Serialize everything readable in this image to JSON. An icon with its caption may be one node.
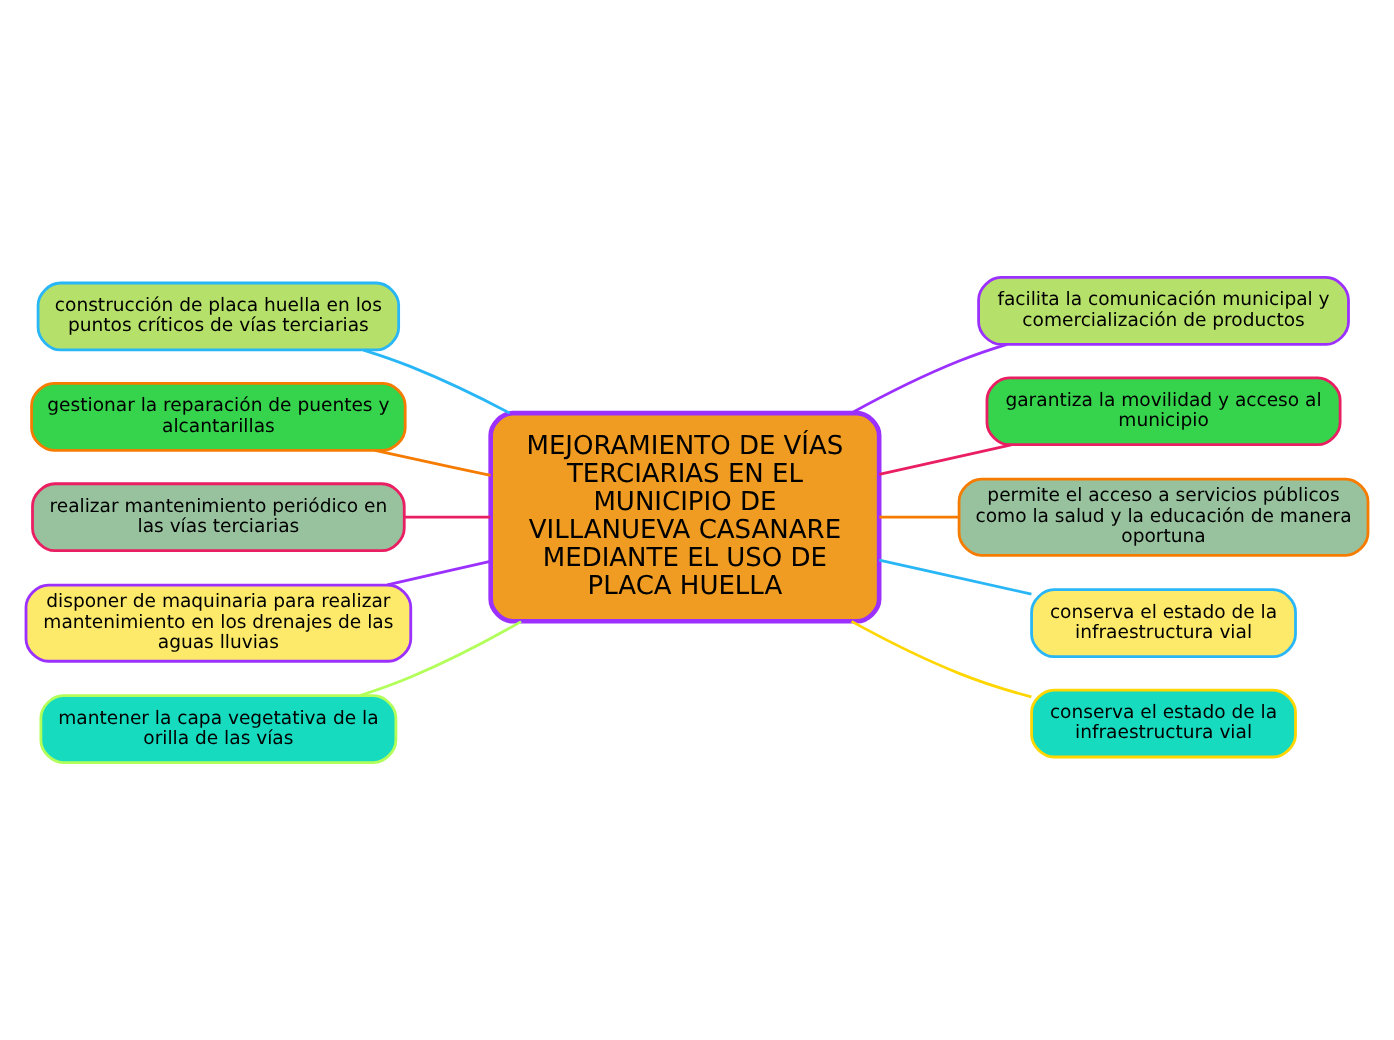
{
  "diagram": {
    "nodes": [
      {
        "text": [
          "MEJORAMIENTO DE VÍAS TERCIARIAS EN EL MUNICIPIO DE VILLANUEVA CASANARE MEDIANTE EL USO DE PLACA HUELLA"
        ]
      },
      {
        "text": [
          "construcción de placa huella en los puntos críticos de vías terciarias"
        ]
      },
      {
        "text": [
          "gestionar la reparación de puentes y alcantarillas"
        ]
      },
      {
        "text": [
          "realizar mantenimiento periódico en las vías terciarias"
        ]
      },
      {
        "text": [
          "disponer de maquinaria para realizar mantenimiento en los drenajes de las aguas lluvias"
        ]
      },
      {
        "text": [
          "mantener la capa vegetativa de la orilla de las vías"
        ]
      },
      {
        "text": [
          "facilita la comunicación municipal y comercialización de productos"
        ]
      },
      {
        "text": [
          "garantiza la movilidad y acceso al municipio"
        ]
      },
      {
        "text": [
          "permite el acceso a servicios públicos como la salud y la educación de manera oportuna"
        ]
      },
      {
        "text": [
          "conserva el estado de la infraestructura vial"
        ]
      },
      {
        "text": [
          "conserva el estado de la infraestructura vial"
        ]
      }
    ],
    "edges": [
      {
        "from": 0,
        "to": 1,
        "arrow": "none",
        "color": "#29b6f6"
      },
      {
        "from": 0,
        "to": 2,
        "arrow": "none",
        "color": "#f57c00"
      },
      {
        "from": 0,
        "to": 3,
        "arrow": "none",
        "color": "#e91e63"
      },
      {
        "from": 0,
        "to": 4,
        "arrow": "none",
        "color": "#9b30ff"
      },
      {
        "from": 0,
        "to": 5,
        "arrow": "none",
        "color": "#b2ff59"
      },
      {
        "from": 0,
        "to": 6,
        "arrow": "none",
        "color": "#9b30ff"
      },
      {
        "from": 0,
        "to": 7,
        "arrow": "none",
        "color": "#e91e63"
      },
      {
        "from": 0,
        "to": 8,
        "arrow": "none",
        "color": "#f57c00"
      },
      {
        "from": 0,
        "to": 9,
        "arrow": "none",
        "color": "#29b6f6"
      },
      {
        "from": 0,
        "to": 10,
        "arrow": "none",
        "color": "#ffd600"
      }
    ]
  }
}
